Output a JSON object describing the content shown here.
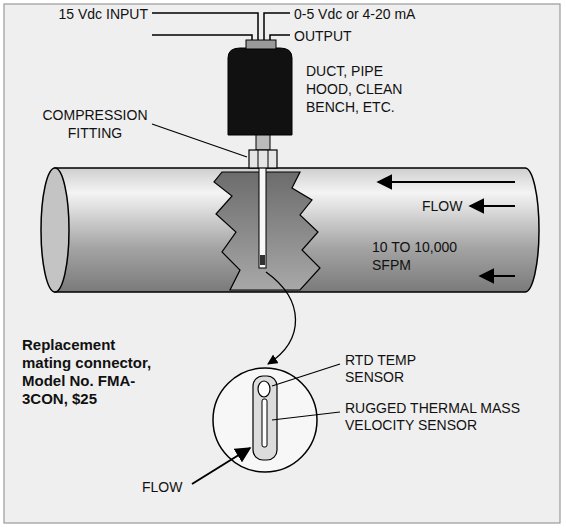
{
  "diagram": {
    "labels": [
      "15 Vdc INPUT",
      "0-5 Vdc or 4-20 mA OUTPUT",
      "COMPRESSION FITTING",
      "DUCT, PIPE HOOD, CLEAN BENCH, ETC.",
      "FLOW",
      "10 TO 10,000 SFPM",
      "Replacement mating connector, Model No. FMA-3CON, $25",
      "RTD TEMP SENSOR",
      "RUGGED THERMAL MASS VELOCITY SENSOR",
      "FLOW"
    ]
  }
}
